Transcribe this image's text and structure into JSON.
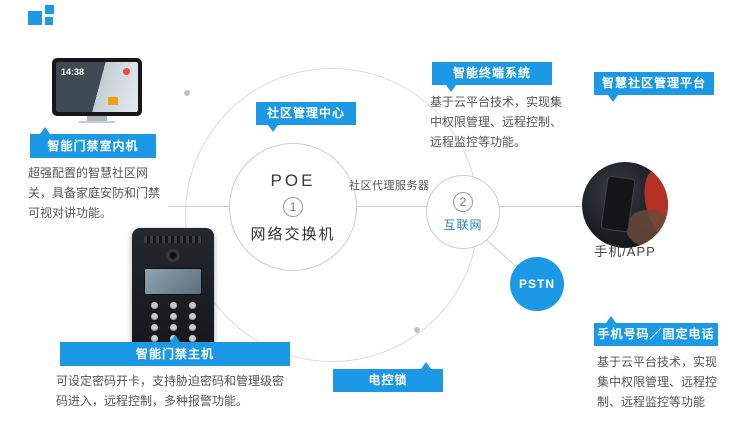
{
  "accent": "#1b99e6",
  "hub": {
    "poe": "POE",
    "step1": "1",
    "switch_name": "网络交换机",
    "proxy_server": "社区代理服务器",
    "step2": "2",
    "internet": "互联网",
    "pstn": "PSTN"
  },
  "tags": {
    "indoor_unit": "智能门禁室内机",
    "management_center": "社区管理中心",
    "terminal_system": "智能终端系统",
    "community_platform": "智慧社区管理平台",
    "door_host": "智能门禁主机",
    "electric_lock": "电控锁",
    "phone_line": "手机号码／固定电话"
  },
  "descs": {
    "indoor_unit": "超强配置的智慧社区网关，具备家庭安防和门禁可视对讲功能。",
    "door_host": "可设定密码开卡，支持胁迫密码和管理级密码进入，远程控制，多种报警功能。",
    "terminal_system": "基于云平台技术，实现集中权限管理、远程控制、远程监控等功能。",
    "phone_line": "基于云平台技术，实现集中权限管理、远程控制、远程监控等功能"
  },
  "labels": {
    "mobile_app": "手机/APP",
    "tablet_time": "14:38"
  }
}
